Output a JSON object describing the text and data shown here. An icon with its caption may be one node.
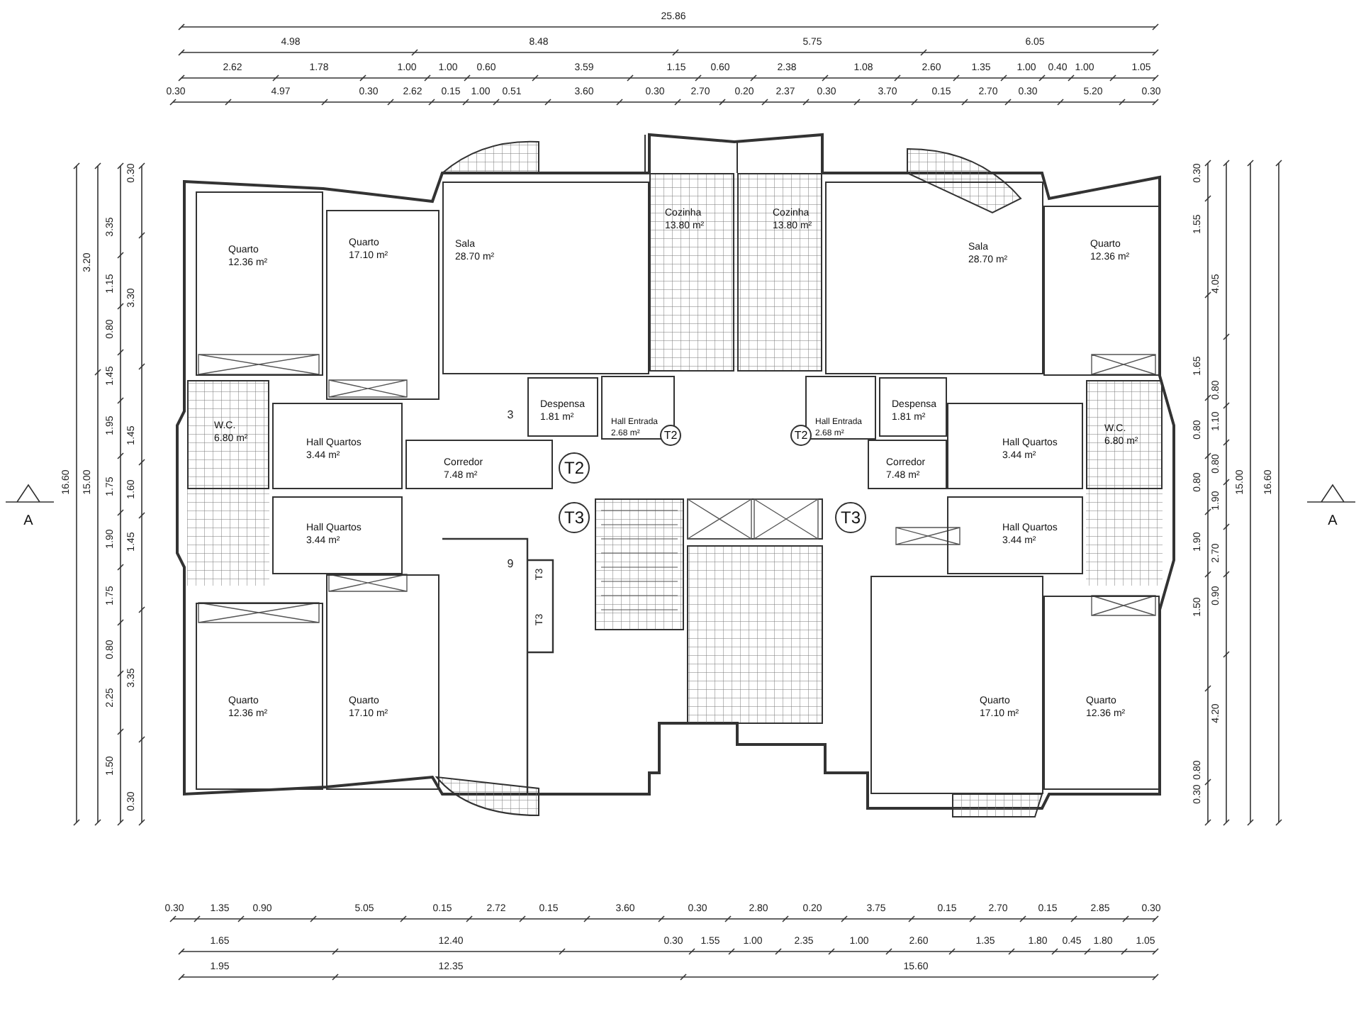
{
  "diagram": {
    "nodes": [
      {
        "text": [
          "Quarto",
          "12.36 m²"
        ]
      },
      {
        "text": [
          "Quarto",
          "17.10 m²"
        ]
      },
      {
        "text": [
          "Sala",
          "28.70 m²"
        ]
      },
      {
        "text": [
          "Cozinha",
          "13.80 m²"
        ]
      },
      {
        "text": [
          "Cozinha",
          "13.80 m²"
        ]
      },
      {
        "text": [
          "Sala",
          "28.70 m²"
        ]
      },
      {
        "text": [
          "Quarto",
          "12.36 m²"
        ]
      },
      {
        "text": [
          "W.C.",
          "6.80 m²"
        ]
      },
      {
        "text": [
          "Hall Quartos",
          "3.44 m²"
        ]
      },
      {
        "text": [
          "Despensa",
          "1.81 m²"
        ]
      },
      {
        "text": [
          "Hall Entrada",
          "2.68 m²"
        ]
      },
      {
        "text": [
          "Hall Entrada",
          "2.68 m²"
        ]
      },
      {
        "text": [
          "Despensa",
          "1.81 m²"
        ]
      },
      {
        "text": [
          "Hall Quartos",
          "3.44 m²"
        ]
      },
      {
        "text": [
          "W.C.",
          "6.80 m²"
        ]
      },
      {
        "text": [
          "Corredor",
          "7.48 m²"
        ]
      },
      {
        "text": [
          "Corredor",
          "7.48 m²"
        ]
      },
      {
        "text": [
          "Hall Quartos",
          "3.44 m²"
        ]
      },
      {
        "text": [
          "Hall Quartos",
          "3.44 m²"
        ]
      },
      {
        "text": [
          "Quarto",
          "12.36 m²"
        ]
      },
      {
        "text": [
          "Quarto",
          "17.10 m²"
        ]
      },
      {
        "text": [
          "Quarto",
          "17.10 m²"
        ]
      },
      {
        "text": [
          "Quarto",
          "12.36 m²"
        ]
      }
    ],
    "labels": [
      "25.86",
      "4.98",
      "8.48",
      "5.75",
      "6.05",
      "2.62",
      "1.78",
      "1.00",
      "1.00",
      "0.60",
      "3.59",
      "1.15",
      "0.60",
      "2.38",
      "1.08",
      "2.60",
      "1.35",
      "1.00",
      "0.40",
      "1.00",
      "1.05",
      "0.30",
      "4.97",
      "0.30",
      "2.62",
      "0.15",
      "1.00",
      "0.51",
      "3.60",
      "0.30",
      "2.70",
      "0.20",
      "2.37",
      "0.30",
      "3.70",
      "0.15",
      "2.70",
      "0.30",
      "5.20",
      "0.30",
      "16.60",
      "3.20",
      "15.00",
      "3.35",
      "1.15",
      "0.80",
      "1.45",
      "1.95",
      "1.75",
      "1.90",
      "1.75",
      "0.80",
      "2.25",
      "1.50",
      "0.30",
      "3.30",
      "1.45",
      "1.60",
      "1.45",
      "3.35",
      "0.30",
      "3",
      "T2",
      "T2",
      "T2",
      "A",
      "T3",
      "T3",
      "A",
      "9",
      "T3",
      "T3",
      "0.30",
      "1.55",
      "1.65",
      "0.80",
      "0.80",
      "1.90",
      "1.50",
      "0.80",
      "0.30",
      "4.05",
      "0.80",
      "1.10",
      "0.80",
      "1.90",
      "2.70",
      "0.90",
      "4.20",
      "15.00",
      "16.60",
      "0.30",
      "1.35",
      "0.90",
      "5.05",
      "0.15",
      "2.72",
      "0.15",
      "3.60",
      "0.30",
      "2.80",
      "0.20",
      "3.75",
      "0.15",
      "2.70",
      "0.15",
      "2.85",
      "0.30",
      "1.65",
      "12.40",
      "0.30",
      "1.55",
      "1.00",
      "2.35",
      "1.00",
      "2.60",
      "1.35",
      "1.80",
      "0.45",
      "1.80",
      "1.05",
      "1.95",
      "12.35",
      "15.60"
    ]
  }
}
